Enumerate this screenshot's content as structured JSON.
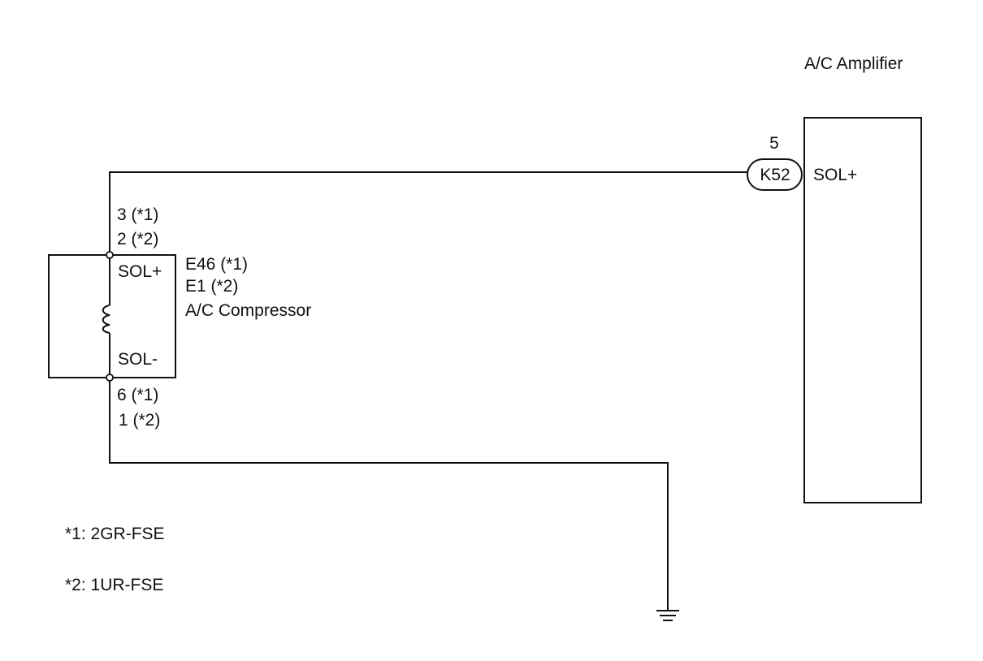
{
  "amplifier": {
    "title": "A/C Amplifier",
    "pin_label": "SOL+",
    "connector": {
      "id": "K52",
      "pin": "5"
    }
  },
  "compressor": {
    "title": "A/C Compressor",
    "connector_ids": [
      "E46 (*1)",
      "E1 (*2)"
    ],
    "pin_plus_label": "SOL+",
    "pin_minus_label": "SOL-",
    "pin_plus_numbers": [
      "3 (*1)",
      "2 (*2)"
    ],
    "pin_minus_numbers": [
      "6 (*1)",
      "1 (*2)"
    ]
  },
  "notes": [
    "*1: 2GR-FSE",
    "*2: 1UR-FSE"
  ],
  "colors": {
    "line": "#111111",
    "background": "#ffffff"
  }
}
